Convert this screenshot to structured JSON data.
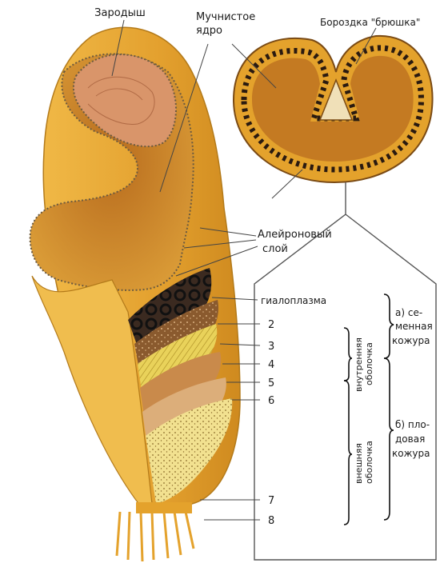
{
  "labels": {
    "embryo": "Зародыш",
    "endosperm_line1": "Мучнистое",
    "endosperm_line2": "ядро",
    "crease": "Бороздка \"брюшка\"",
    "aleurone_line1": "Алейроновый",
    "aleurone_line2": "слой",
    "hyaloplasm": "гиалоплазма",
    "n2": "2",
    "n3": "3",
    "n4": "4",
    "n5": "5",
    "n6": "6",
    "n7": "7",
    "n8": "8",
    "inner_line1": "внутренняя",
    "inner_line2": "оболочка",
    "outer_line1": "внешняя",
    "outer_line2": "оболочка",
    "seed_coat_line1": "а) се-",
    "seed_coat_line2": "менная",
    "seed_coat_line3": "кожура",
    "fruit_coat_line1": "б) пло-",
    "fruit_coat_line2": "довая",
    "fruit_coat_line3": "кожура"
  },
  "colors": {
    "grain": "#e4a22c",
    "grain_dark": "#c9821a",
    "endosperm": "#c47a22",
    "embryo": "#d9956a",
    "aleurone_dot": "#6b5a40",
    "seed_coat": "#3b2a20",
    "layer_yellow": "#e9d25a",
    "layer_pale": "#f0e08a",
    "layer_brown": "#c98a4b",
    "layer_tan": "#dcae7a",
    "layer_cream": "#f2e190"
  }
}
